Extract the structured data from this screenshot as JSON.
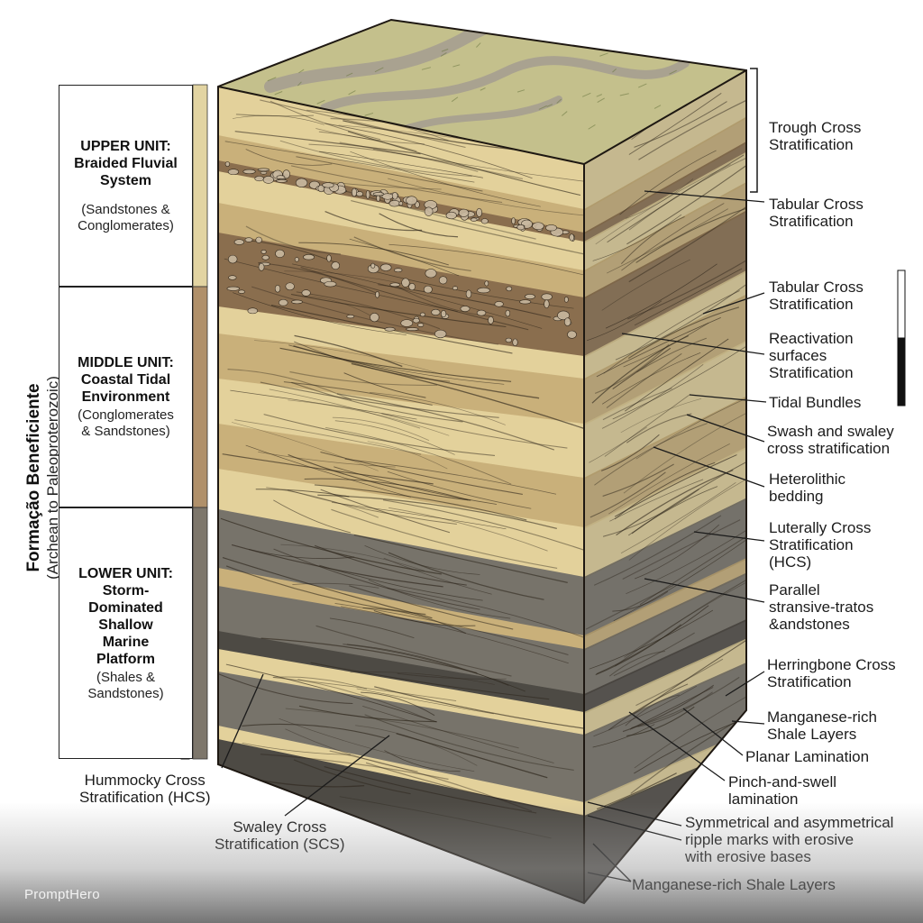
{
  "formation": {
    "title": "Formação Beneficiente",
    "subtitle": "(Archean to Paleoproterozoic)"
  },
  "units": [
    {
      "title": "UPPER UNIT:\nBraided Fluvial\nSystem",
      "subtitle": "(Sandstones &\nConglomerates)",
      "color": "#e2d4a2"
    },
    {
      "title": "MIDDLE UNIT:\nCoastal Tidal\nEnvironment",
      "subtitle": "(Conglomerates\n& Sandstones)",
      "color": "#b0906a"
    },
    {
      "title": "LOWER UNIT:\nStorm-\nDominated\nShallow\nMarine\nPlatform",
      "subtitle": "(Shales &\nSandstones)",
      "color": "#7d766b"
    }
  ],
  "labels_right": [
    "Trough Cross\nStratification",
    "Tabular Cross\nStratification",
    "Tabular Cross\nStratification",
    "Reactivation\nsurfaces\nStratification",
    "Tidal Bundles",
    "Swash and swaley\ncross stratification",
    "Heterolithic\nbedding",
    "Luterally Cross\nStratification\n(HCS)",
    "Parallel\nstransive-tratos\n&andstones",
    "Herringbone Cross\nStratification",
    "Manganese-rich\nShale Layers",
    "Planar Lamination",
    "Pinch-and-swell\nlamination",
    "Symmetrical and asymmetrical\nripple marks with erosive\nwith erosive bases",
    "Manganese-rich Shale Layers"
  ],
  "labels_left": [
    "Hummocky Cross\nStratification (HCS)",
    "Swaley Cross\nStratification (SCS)"
  ],
  "credit": "PromptHero",
  "colors": {
    "top_surface": "#c4c08c",
    "channel": "#a9a290",
    "sandstone": "#e3d19b",
    "sandstone_dark": "#c9b07a",
    "conglomerate": "#8a6e4e",
    "pebble": "#c9b9a0",
    "shale": "#77736a",
    "shale_dark": "#4d4a44",
    "ink": "#2a2218"
  }
}
